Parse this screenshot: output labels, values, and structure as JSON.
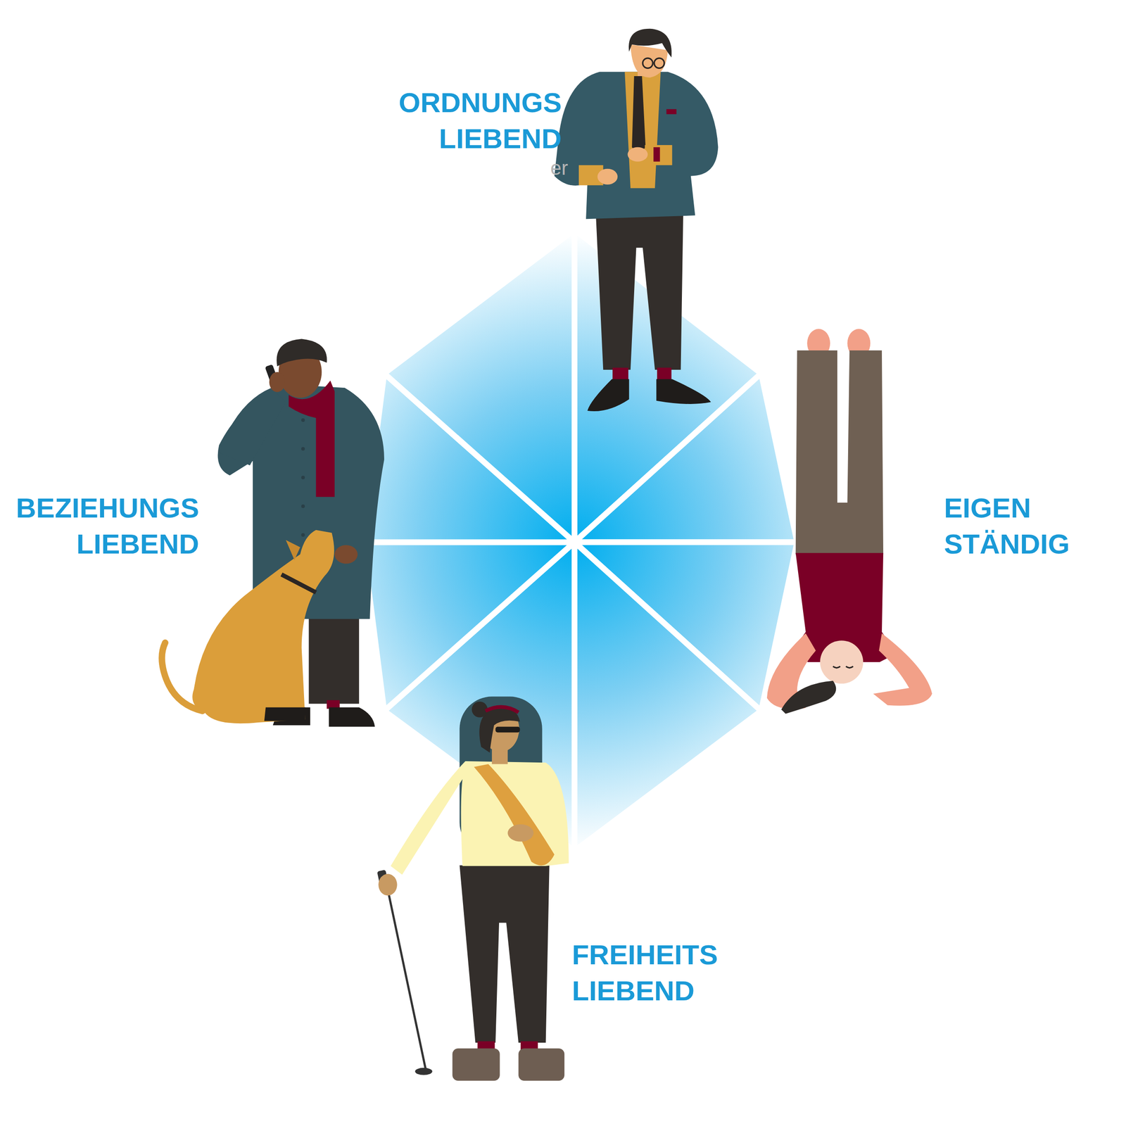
{
  "diagram": {
    "labels": [
      "ORDNUNGS LIEBEND",
      "EIGEN STÄNDIG",
      "FREIHEITS LIEBEND",
      "BEZIEHUNGS LIEBEND",
      "er"
    ]
  }
}
